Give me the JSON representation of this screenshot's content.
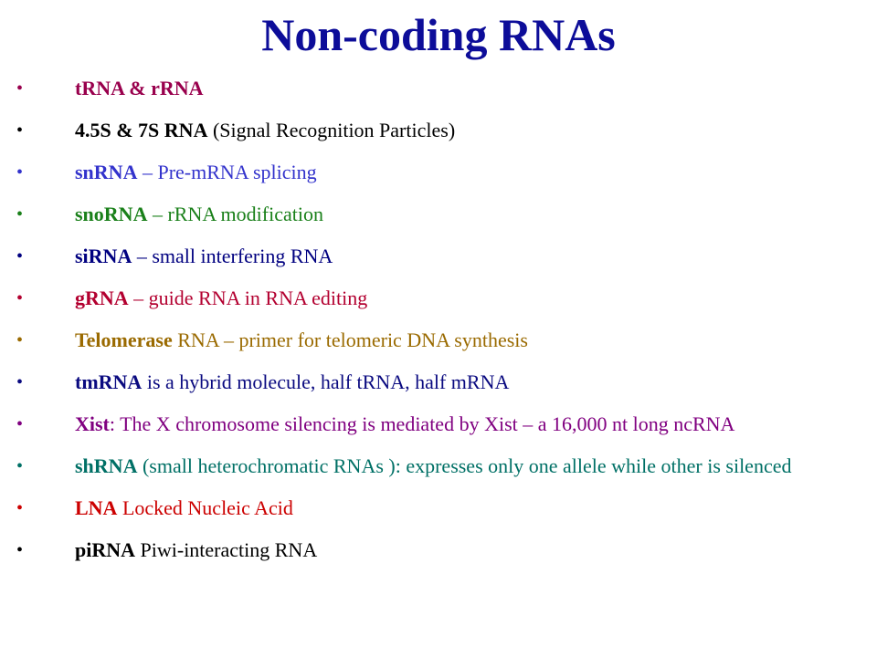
{
  "title": "Non-coding RNAs",
  "colors": {
    "title": "#0d0d99",
    "maroon": "#99004d",
    "black": "#000000",
    "blue": "#3333cc",
    "green": "#1a801a",
    "crimson": "#b30030",
    "gold": "#9a6a00",
    "navy": "#0a0a80",
    "purple": "#800080",
    "teal": "#007066",
    "red": "#cc0000"
  },
  "bullets": [
    {
      "bullet": "•",
      "term": "tRNA & rRNA",
      "text": "",
      "color": "#99004d"
    },
    {
      "bullet": "•",
      "term": "4.5S & 7S RNA",
      "text": " (Signal Recognition Particles)",
      "color": "#000000"
    },
    {
      "bullet": "•",
      "term": "snRNA",
      "text": " – Pre-mRNA splicing",
      "color": "#3333cc"
    },
    {
      "bullet": "•",
      "term": "snoRNA",
      "text": " – rRNA modification",
      "color": "#1a801a"
    },
    {
      "bullet": "•",
      "term": "siRNA",
      "text": " – small interfering RNA",
      "color": "#000080"
    },
    {
      "bullet": "•",
      "term": "gRNA",
      "text": " – guide RNA in RNA editing",
      "color": "#b30030"
    },
    {
      "bullet": "•",
      "term": "Telomerase",
      "text": " RNA – primer for telomeric DNA synthesis",
      "color": "#9a6a00"
    },
    {
      "bullet": "•",
      "term": "tmRNA",
      "text": " is a hybrid molecule, half tRNA, half mRNA",
      "color": "#0a0a80"
    },
    {
      "bullet": "•",
      "term": "Xist",
      "text": ": The X chromosome silencing is mediated by Xist – a 16,000 nt long ncRNA",
      "color": "#800080"
    },
    {
      "bullet": "•",
      "term": "shRNA",
      "text": " (small heterochromatic RNAs ): expresses only one allele while other is silenced",
      "color": "#007066"
    },
    {
      "bullet": "•",
      "term": "LNA",
      "text": " Locked Nucleic Acid",
      "color": "#cc0000"
    },
    {
      "bullet": "•",
      "term": "piRNA",
      "text": " Piwi-interacting RNA",
      "color": "#000000"
    }
  ]
}
